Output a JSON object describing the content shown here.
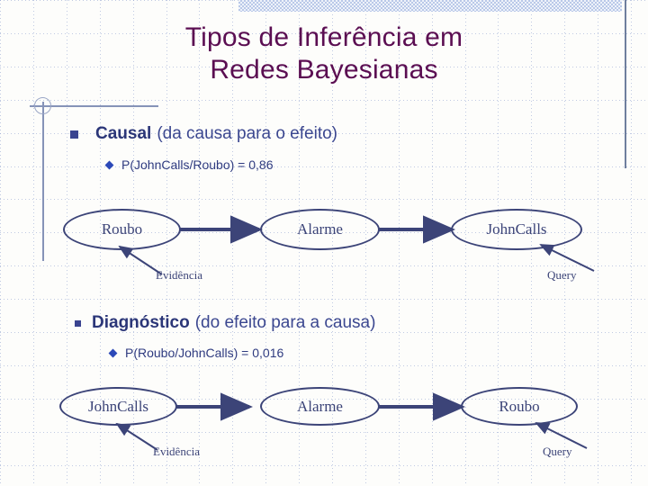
{
  "slide": {
    "title_line1": "Tipos de Inferência em",
    "title_line2": "Redes Bayesianas",
    "title_color": "#5b0e52",
    "accent_color": "#3c4478",
    "bullet_color": "#2f3b80",
    "diamond_color": "#2c49b8"
  },
  "sections": [
    {
      "heading_strong": "Causal",
      "heading_rest": "(da causa para o efeito)",
      "probability": "P(JohnCalls/Roubo) = 0,86",
      "bullet_marker": "square-bullet",
      "sub_bullet_marker": "diamond-bullet",
      "diagram": {
        "nodes": [
          {
            "label": "Roubo",
            "annotation": "Evidência"
          },
          {
            "label": "Alarme",
            "annotation": ""
          },
          {
            "label": "JohnCalls",
            "annotation": "Query"
          }
        ],
        "edges": [
          {
            "from": "Roubo",
            "to": "Alarme"
          },
          {
            "from": "Alarme",
            "to": "JohnCalls"
          }
        ]
      }
    },
    {
      "heading_strong": "Diagnóstico",
      "heading_rest": "(do efeito para a causa)",
      "probability": "P(Roubo/JohnCalls) = 0,016",
      "bullet_marker": "square-bullet",
      "sub_bullet_marker": "diamond-bullet",
      "diagram": {
        "nodes": [
          {
            "label": "JohnCalls",
            "annotation": "Evidência"
          },
          {
            "label": "Alarme",
            "annotation": ""
          },
          {
            "label": "Roubo",
            "annotation": "Query"
          }
        ],
        "edges": [
          {
            "from": "JohnCalls",
            "to": "Alarme"
          },
          {
            "from": "Alarme",
            "to": "Roubo"
          }
        ]
      }
    }
  ]
}
